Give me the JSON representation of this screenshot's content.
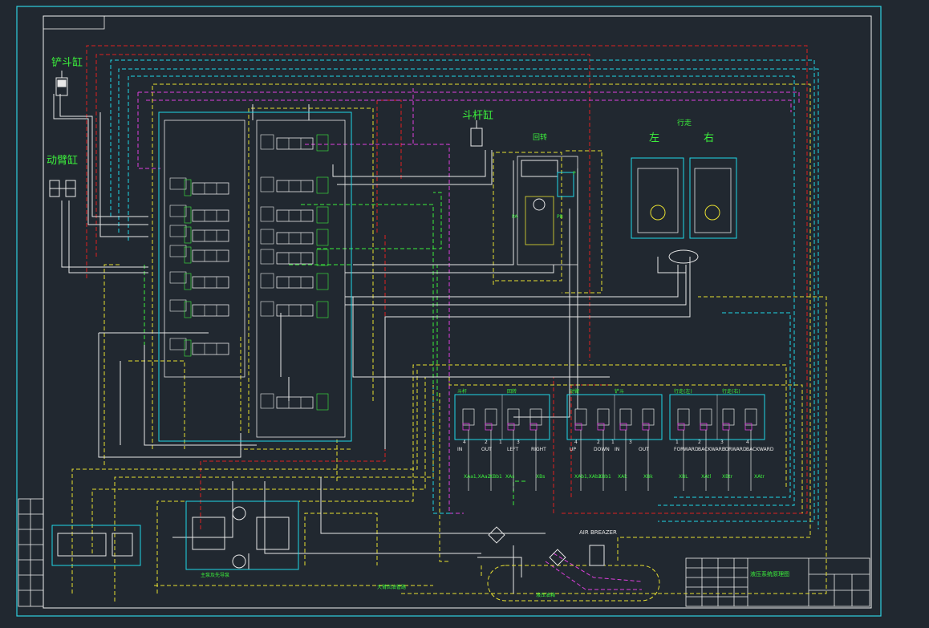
{
  "drawing": {
    "actuators": {
      "bucket_cyl": "铲斗缸",
      "boom_cyl": "动臂缸",
      "arm_cyl": "斗杆缸",
      "swing": "回转",
      "travel": "行走",
      "left": "左",
      "right": "右"
    },
    "pilot_groups": [
      {
        "title": "斗杆",
        "sub": [
          "IN",
          "OUT"
        ]
      },
      {
        "title": "回转",
        "sub": [
          "LEFT",
          "RIGHT"
        ]
      },
      {
        "title": "动臂",
        "sub": [
          "UP",
          "DOWN"
        ]
      },
      {
        "title": "铲斗",
        "sub": [
          "IN",
          "OUT"
        ]
      },
      {
        "title": "行走(左)",
        "sub": [
          "FORWARD",
          "BACKWARD"
        ]
      },
      {
        "title": "行走(右)",
        "sub": [
          "FORWARD",
          "BACKWARD"
        ]
      }
    ],
    "pilot_port_numbers": [
      "4",
      "2",
      "1",
      "3",
      "4",
      "2",
      "1",
      "3",
      "1",
      "2",
      "3",
      "4"
    ],
    "pilot_ports": [
      "XAa1,XAa2",
      "XBb1",
      "XAs",
      "XBs",
      "XAb1,XAb2",
      "XBb1",
      "XAk",
      "XBk",
      "XBL",
      "XAtl",
      "XBtr",
      "XAtr"
    ],
    "ports": {
      "pa": "PA",
      "pb": "PB",
      "p": "P"
    },
    "annotations": {
      "air_breather": "AIR BREAZER",
      "return_label": "大臂回油管路",
      "tank_label": "液压油箱",
      "pump_label": "主泵及先导泵"
    },
    "title_block": {
      "title": "液压系统原理图"
    }
  },
  "colors": {
    "background": "#212830",
    "frame": "#f0f0f0",
    "border": "#2fd0e0",
    "yellow": "#e8e030",
    "red": "#e02020",
    "magenta": "#e040e0",
    "cyan": "#20d8e8",
    "white": "#e8e8e8",
    "green": "#3cf03c"
  }
}
